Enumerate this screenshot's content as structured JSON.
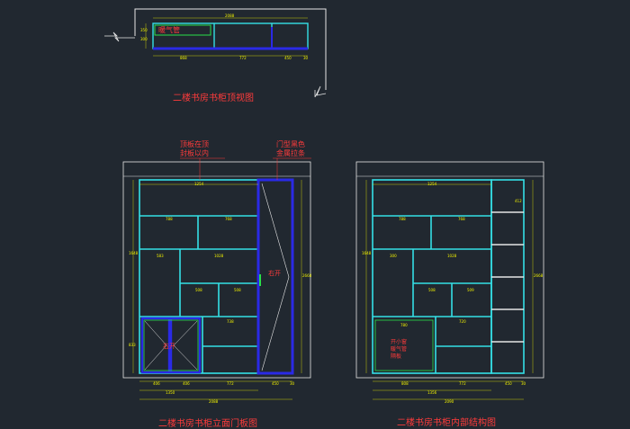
{
  "colors": {
    "background": "#212830",
    "cyan": "#34e0e6",
    "blue": "#2a2ae6",
    "frame": "#e6e6e6",
    "green": "#29e04a",
    "dim_yellow": "#f2f200",
    "red_text": "#ff3b3b"
  },
  "top_view": {
    "title": "二楼书房书柜顶视图",
    "label": "暖气管",
    "dims": {
      "total": "2088",
      "a": "868",
      "b": "772",
      "c": "450",
      "d": "30",
      "side1": "350",
      "side2": "300"
    }
  },
  "front_view": {
    "title": "二楼书房书柜立面门板图",
    "note_top_line1": "顶板在顶",
    "note_top_line2": "封板以内",
    "note_door_line1": "门型黑色",
    "note_door_line2": "金属拉条",
    "door_right_label": "右开",
    "door_left_label": "右开",
    "dims": {
      "top": "1254",
      "s1a": "788",
      "s1b": "768",
      "s2": "583",
      "s2b": "1028",
      "s3a": "508",
      "s3b": "508",
      "s4": "738",
      "bottom_a": "406",
      "bottom_b": "406",
      "bottom_c": "772",
      "bottom_d": "450",
      "bottom_e": "30",
      "bottom_sub": "1350",
      "total": "2088",
      "left_height": "1648",
      "right_height": "2668",
      "low_height": "833"
    }
  },
  "inner_view": {
    "title": "二楼书房书柜内部结构图",
    "center_note_line1": "开小窗",
    "center_note_line2": "暖气管",
    "center_note_line3": "隔板",
    "dims": {
      "top": "1254",
      "s1a": "788",
      "s1b": "768",
      "s2": "300",
      "s2b": "1028",
      "s3a": "508",
      "s3b": "509",
      "s4a": "780",
      "s4b": "720",
      "bottom_a": "808",
      "bottom_b": "772",
      "bottom_c": "450",
      "bottom_d": "30",
      "bottom_sub": "1356",
      "total": "2090",
      "left_height": "1648",
      "right_height": "2668",
      "side_shelf": "412"
    }
  }
}
